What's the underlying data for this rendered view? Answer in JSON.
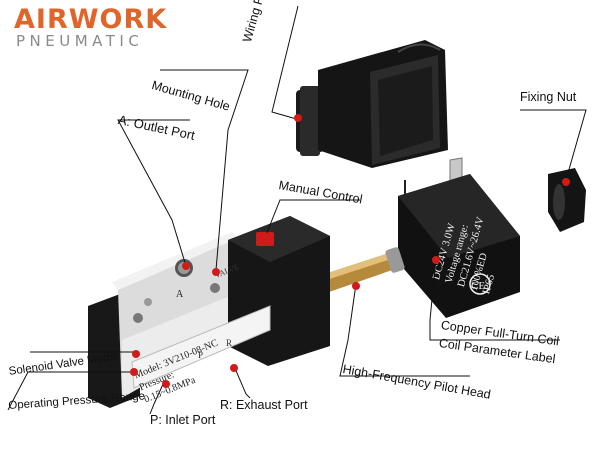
{
  "brand": {
    "name": "AIRWORK",
    "tagline": "PNEUMATIC",
    "accent_color": "#e0652a"
  },
  "labels": {
    "wiring_port": "Wiring Port",
    "mounting_hole": "Mounting Hole",
    "outlet_port": "A: Outlet Port",
    "fixing_nut": "Fixing Nut",
    "manual_control": "Manual Control",
    "coil_label_line1": "Copper Full-Turn Coil",
    "coil_label_line2": "Coil Parameter Label",
    "solenoid_model": "Solenoid Valve Model",
    "pressure_range": "Operating Pressure Range",
    "pilot_head": "High-Frequency Pilot Head",
    "inlet_port": "P: Inlet Port",
    "exhaust_port": "R: Exhaust Port"
  },
  "valve": {
    "port_a": "A",
    "tag": "VALVE",
    "model": "Model: 3V210-08-NC",
    "pressure_title": "Pressure:",
    "pressure_value": "0.15~0.8MPa",
    "port_p": "P",
    "port_r": "R"
  },
  "coil": {
    "line1": "DC24V 3.0W",
    "line2": "Voltage range:",
    "line3": "DC21.6V~26.4V",
    "line4": "100%ED",
    "line5": "IP65",
    "ce_mark": "CE"
  },
  "colors": {
    "marker": "#d11a1a",
    "body_black": "#1c1c1c",
    "aluminum": "#e6e6e6",
    "brass": "#b58a3a"
  }
}
